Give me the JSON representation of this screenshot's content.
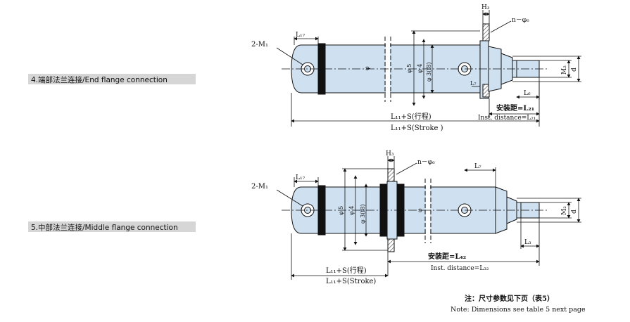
{
  "section4": {
    "label": "4.端部法兰连接/End flange connection",
    "dims": {
      "m1": "2-M₁",
      "l17": "L₁₇",
      "h3": "H₃",
      "n_phi6": "n－φ₆",
      "phi5": "φ 5",
      "phi4": "φ 4",
      "phi3": "φ 3(f8)",
      "phi": "φ",
      "l7": "L₇",
      "l6": "L₆",
      "m2": "M₂",
      "d": "d",
      "l11_cn": "L₁₁+S(行程)",
      "l11_en": "L₁₁+S(Stroke )",
      "inst_cn": "安装距=L₂₁",
      "inst_en": "Inst. distance=L₂₁"
    }
  },
  "section5": {
    "label": "5.中部法兰连接/Middle flange connection",
    "dims": {
      "m1": "2-M₁",
      "l17": "L₁₇",
      "h3": "H₃",
      "n_phi6": "n－φ₆",
      "phi5": "φ 5",
      "phi4": "φ 4",
      "phi3": "φ 3(f8)",
      "phi": "φ",
      "l7": "L₇",
      "l3": "L₃",
      "m2": "M₂",
      "d": "d",
      "l11_cn": "L₁₁+S(行程)",
      "l11_en": "L₁₁+S(Stroke)",
      "inst_cn": "安装距=L₄₂",
      "inst_en": "Inst. distance=L₃₂"
    }
  },
  "note": {
    "cn": "注：尺寸参数见下页（表5）",
    "en": "Note: Dimensions see table 5 next page"
  },
  "colors": {
    "body": "#cfe0f0",
    "ring": "#111111",
    "hatch": "#555555"
  }
}
